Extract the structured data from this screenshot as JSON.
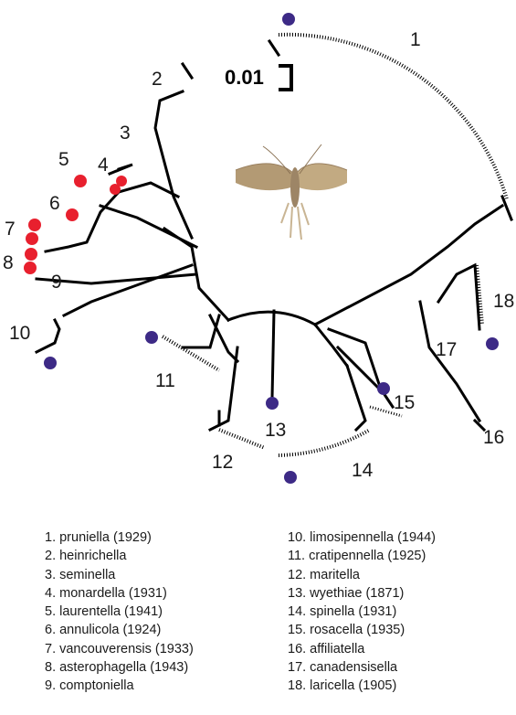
{
  "scale_bar": {
    "label": "0.01"
  },
  "clades": [
    {
      "number": "1",
      "name": "pruniella (1929)",
      "marker": "purple"
    },
    {
      "number": "2",
      "name": "heinrichella",
      "marker": "none"
    },
    {
      "number": "3",
      "name": "seminella",
      "marker": "none"
    },
    {
      "number": "4",
      "name": "monardella (1931)",
      "marker": "red"
    },
    {
      "number": "5",
      "name": "laurentella (1941)",
      "marker": "red"
    },
    {
      "number": "6",
      "name": "annulicola (1924)",
      "marker": "red"
    },
    {
      "number": "7",
      "name": "vancouverensis (1933)",
      "marker": "red"
    },
    {
      "number": "8",
      "name": "asterophagella (1943)",
      "marker": "red"
    },
    {
      "number": "9",
      "name": "comptoniella",
      "marker": "none"
    },
    {
      "number": "10",
      "name": "limosipennella (1944)",
      "marker": "purple"
    },
    {
      "number": "11",
      "name": "cratipennella (1925)",
      "marker": "purple"
    },
    {
      "number": "12",
      "name": "maritella",
      "marker": "none"
    },
    {
      "number": "13",
      "name": "wyethiae (1871)",
      "marker": "purple"
    },
    {
      "number": "14",
      "name": "spinella (1931)",
      "marker": "purple"
    },
    {
      "number": "15",
      "name": "rosacella (1935)",
      "marker": "purple"
    },
    {
      "number": "16",
      "name": "affiliatella",
      "marker": "none"
    },
    {
      "number": "17",
      "name": "canadensisella",
      "marker": "none"
    },
    {
      "number": "18",
      "name": "laricella (1905)",
      "marker": "purple"
    }
  ],
  "legend_left": [
    "1. pruniella (1929)",
    "2. heinrichella",
    "3. seminella",
    "4. monardella (1931)",
    "5. laurentella (1941)",
    "6. annulicola (1924)",
    "7. vancouverensis (1933)",
    "8. asterophagella (1943)",
    "9. comptoniella"
  ],
  "legend_right": [
    "10. limosipennella (1944)",
    "11. cratipennella (1925)",
    "12. maritella",
    "13. wyethiae (1871)",
    "14. spinella (1931)",
    "15. rosacella (1935)",
    "16. affiliatella",
    "17. canadensisella",
    "18. laricella (1905)"
  ],
  "colors": {
    "red_marker": "#e8202e",
    "purple_marker": "#3d2a86",
    "branch": "#000000"
  }
}
